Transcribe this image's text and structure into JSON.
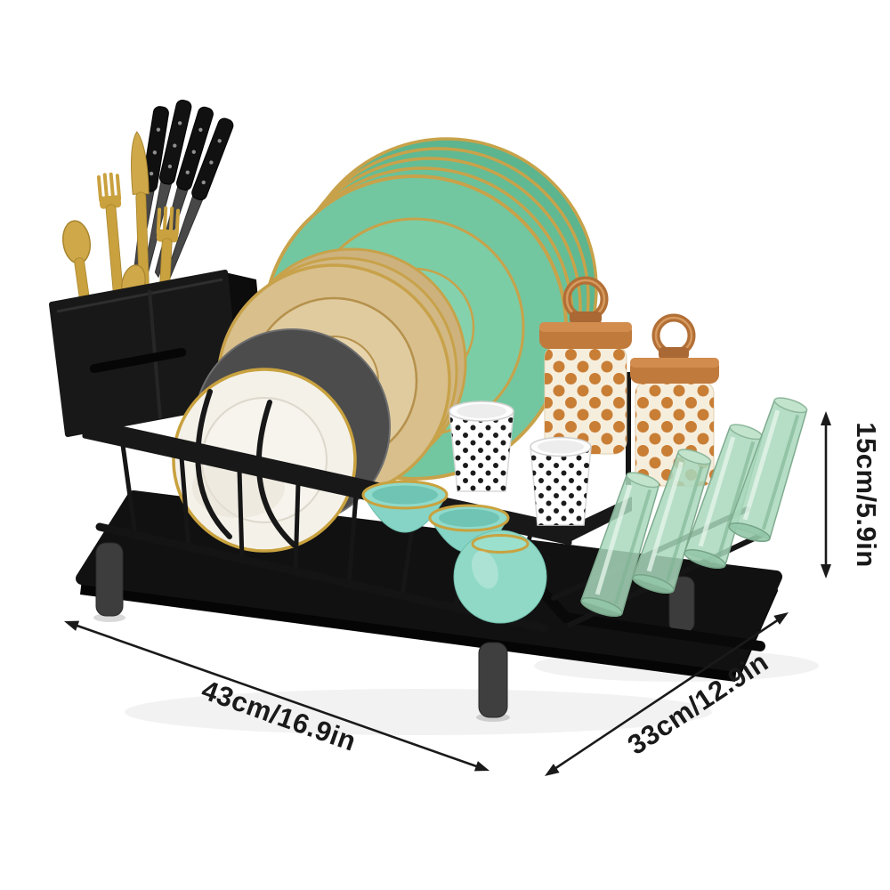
{
  "image": {
    "title": "Dish drying rack with drainboard - product dimensions",
    "background": "#ffffff"
  },
  "annotations": {
    "color": "#1a1a1a",
    "width": {
      "label": "43cm/16.9in"
    },
    "depth": {
      "label": "33cm/12.9in"
    },
    "height": {
      "label": "15cm/5.9in"
    }
  },
  "product": {
    "description": "Black steel dish drying rack with drainboard holding green, tan and white gold-rim plates, teal bowls, polka-dot cups and canisters, green glasses and gold cutlery",
    "colors": {
      "rack": "#181818",
      "drainboard": "#111111",
      "leg": "#3f3f3f",
      "plate_green": "#72c7a0",
      "plate_tan": "#d8bf8c",
      "plate_white": "#f4f1e9",
      "plate_gray": "#4c4c4c",
      "gold_rim": "#c8a24a",
      "canister_body": "#f6eedd",
      "canister_lid": "#c07a3c",
      "canister_dot": "#c97e35",
      "cup_dot": "#1c1c1c",
      "bowl_teal": "#8fdacb",
      "glass_green": "#a9d8bd",
      "cutlery_gold": "#c9a13e"
    }
  }
}
